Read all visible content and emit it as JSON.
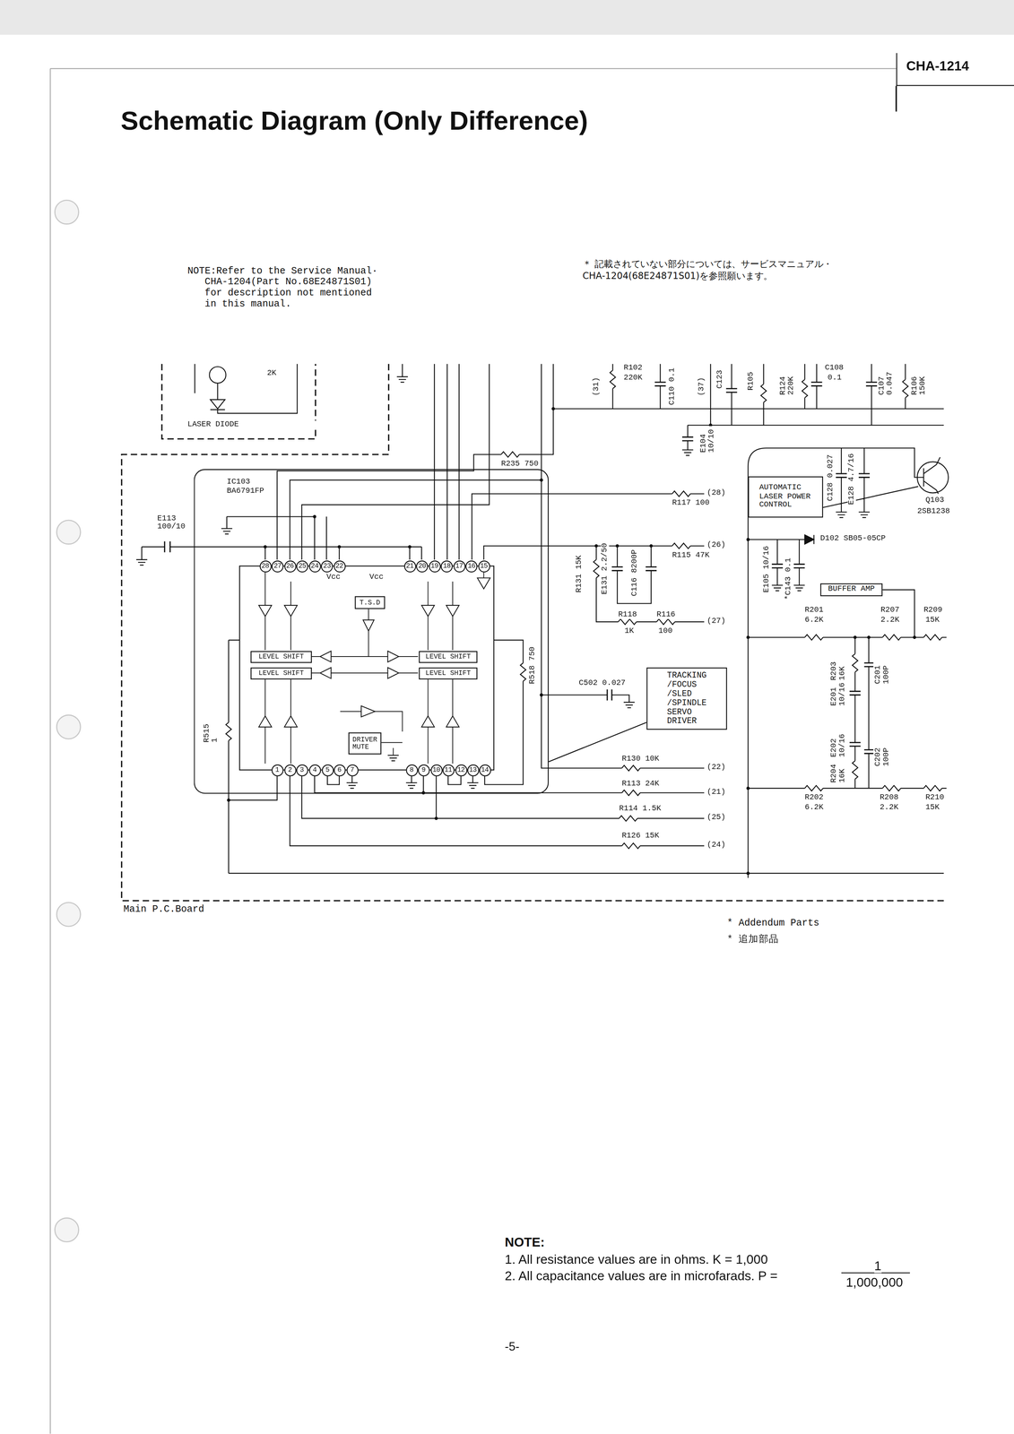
{
  "diagram": {
    "title": "Schematic Diagram (Only Difference)",
    "nodes": [
      {
        "text": [
          "CHA-1214"
        ]
      },
      {
        "text": [
          "LASER DIODE"
        ]
      },
      {
        "text": [
          "Main P.C.Board"
        ]
      },
      {
        "text": [
          "IC103 BA6791FP"
        ],
        "in": 2
      },
      {
        "text": [
          "T.S.D"
        ],
        "in": 3
      },
      {
        "text": [
          "LEVEL SHIFT"
        ],
        "in": 3
      },
      {
        "text": [
          "LEVEL SHIFT"
        ],
        "in": 3
      },
      {
        "text": [
          "LEVEL SHIFT"
        ],
        "in": 3
      },
      {
        "text": [
          "LEVEL SHIFT"
        ],
        "in": 3
      },
      {
        "text": [
          "DRIVER MUTE"
        ],
        "in": 3
      },
      {
        "text": [
          "AUTOMATIC LASER POWER CONTROL"
        ],
        "in": 2
      },
      {
        "text": [
          "BUFFER AMP"
        ],
        "in": 2
      },
      {
        "text": [
          "TRACKING /FOCUS /SLED /SPINDLE SERVO DRIVER"
        ],
        "in": 2
      }
    ],
    "edges": [
      {
        "from": 12,
        "to": 3,
        "arrow": "none"
      }
    ],
    "labels": [
      "NOTE:Refer to the Service Manual· CHA-1204(Part No.68E24871S01) for description not mentioned in this manual.",
      "＊ 記載されていない部分については、サービスマニュアル・ CHA-1204(68E24871S01)を参照願います。",
      "2K",
      "R102",
      "220K",
      "C110 0.1",
      "(31)",
      "(37)",
      "C123",
      "R105",
      "R124 220K",
      "C108",
      "0.1",
      "C107 0.047",
      "R106 150K",
      "E104 10/10",
      "R235 750",
      "C128 0.027",
      "E128 4.7/16",
      "(28)",
      "R117 100",
      "Q103",
      "2SB1238",
      "E113 100/10",
      "(26)",
      "R115 47K",
      "R131 15K",
      "E131 2.2/50",
      "C116 8200P",
      "D102 SB05-05CP",
      "E105 10/16",
      "*C143 0.1",
      "R118",
      "1K",
      "R116",
      "100",
      "(27)",
      "R201",
      "6.2K",
      "R207",
      "2.2K",
      "R209",
      "15K",
      "Vcc",
      "Vcc",
      "28",
      "27",
      "26",
      "25",
      "24",
      "23",
      "22",
      "21",
      "20",
      "19",
      "18",
      "17",
      "16",
      "15",
      "1",
      "2",
      "3",
      "4",
      "5",
      "6",
      "7",
      "8",
      "9",
      "10",
      "11",
      "12",
      "13",
      "14",
      "R203 16K",
      "C201 100P",
      "R518 750",
      "C502 0.027",
      "E201 10/16",
      "R515 1",
      "E202 10/16",
      "C202 100P",
      "R204 16K",
      "R130 10K",
      "(22)",
      "R113 24K",
      "(21)",
      "R202",
      "6.2K",
      "R208",
      "2.2K",
      "R210",
      "15K",
      "R114 1.5K",
      "(25)",
      "R126 15K",
      "(24)",
      "* Addendum Parts",
      "* 追加部品",
      "NOTE:",
      "1. All resistance values are in ohms. K = 1,000",
      "2. All capacitance values are in microfarads. P =",
      "1",
      "1,000,000",
      "-5-"
    ]
  }
}
